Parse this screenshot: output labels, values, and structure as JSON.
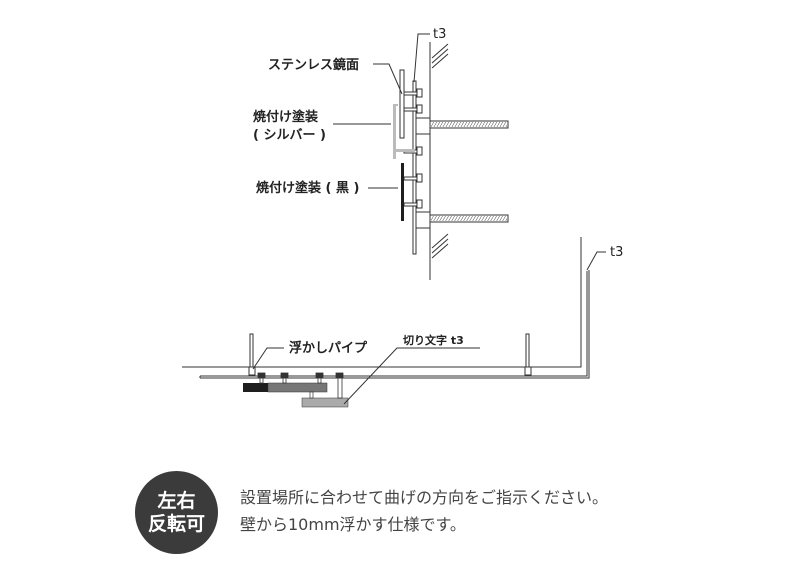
{
  "top_diagram": {
    "labels": {
      "thickness_top": "t3",
      "stainless_mirror": "ステンレス鏡面",
      "baked_silver_line1": "焼付け塗装",
      "baked_silver_line2": "( シルバー )",
      "baked_black": "焼付け塗装 ( 黒 )"
    }
  },
  "bottom_diagram": {
    "labels": {
      "thickness_right": "t3",
      "float_pipe": "浮かしパイプ",
      "cut_letters": "切り文字 t3"
    }
  },
  "badge": {
    "line1": "左右",
    "line2": "反転可"
  },
  "note": {
    "line1": "設置場所に合わせて曲げの方向をご指示ください。",
    "line2": "壁から10mm浮かす仕様です。"
  },
  "colors": {
    "line": "#333333",
    "silver": "#bbbbbb",
    "dark_gray": "#777777",
    "black_panel": "#1e1e1e",
    "badge_bg": "#3b3b3b"
  }
}
